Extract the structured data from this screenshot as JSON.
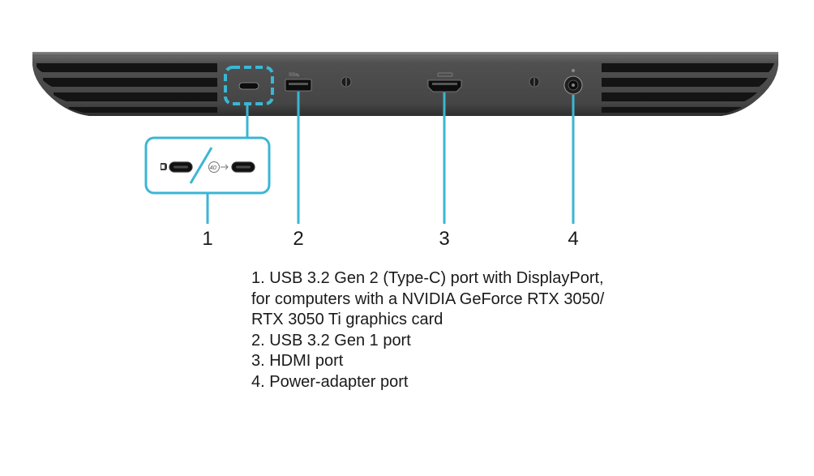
{
  "callouts": [
    {
      "number": "1"
    },
    {
      "number": "2"
    },
    {
      "number": "3"
    },
    {
      "number": "4"
    }
  ],
  "legend": [
    "1. USB 3.2 Gen 2 (Type-C) port with DisplayPort, for computers with a NVIDIA GeForce RTX 3050/ RTX 3050 Ti graphics card",
    "2. USB 3.2 Gen 1 port",
    "3. HDMI port",
    "4. Power-adapter port"
  ],
  "colors": {
    "callout": "#3bb6d4",
    "chassis": "#4a4a4a",
    "vent": "#141414",
    "port": "#0d0d0d"
  },
  "icons": {
    "displayport": "displayport-icon",
    "thunderbolt_usb": "usb-40gbps-icon",
    "usb_superspeed": "usb-ss-icon",
    "hdmi": "hdmi-icon",
    "power": "power-dc-in-icon"
  }
}
